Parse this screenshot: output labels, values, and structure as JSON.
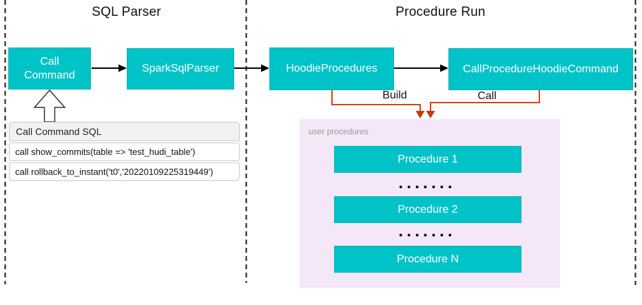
{
  "sections": {
    "sql_parser_title": "SQL Parser",
    "procedure_run_title": "Procedure Run"
  },
  "nodes": {
    "call_command": "Call Command",
    "spark_sql_parser": "SparkSqlParser",
    "hoodie_procedures": "HoodieProcedures",
    "call_procedure_hoodie_command": "CallProcedureHoodieCommand"
  },
  "sql_table": {
    "header": "Call Command SQL",
    "rows": [
      "call show_commits(table => 'test_hudi_table')",
      "call rollback_to_instant('t0','20220109225319449')"
    ]
  },
  "edges": {
    "build_label": "Build",
    "call_label": "Call"
  },
  "user_procedures": {
    "label": "user procedures",
    "items": [
      "Procedure 1",
      "Procedure 2",
      "Procedure N"
    ],
    "dots": "•••••••"
  },
  "colors": {
    "node_teal": "#00C3C8",
    "connector_orange": "#D2440F",
    "panel_pink": "#F4E7F8",
    "arrow_black": "#000000",
    "muted_gray": "#999999"
  }
}
